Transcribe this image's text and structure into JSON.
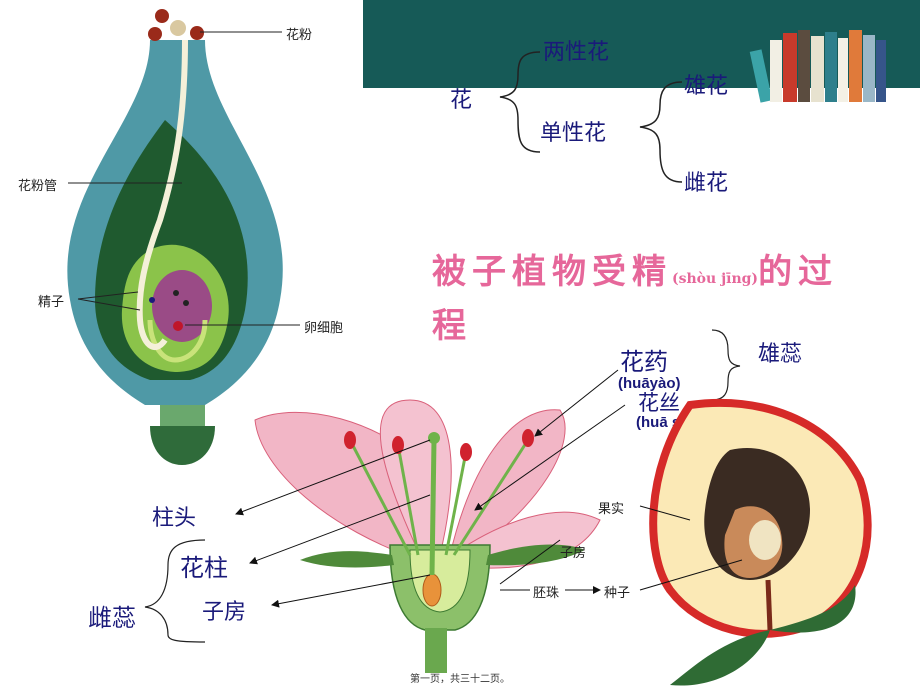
{
  "diagram_top": {
    "pollen": "花粉",
    "pollen_tube": "花粉管",
    "sperm": "精子",
    "egg_cell": "卵细胞"
  },
  "classification": {
    "flower": "花",
    "bisexual": "两性花",
    "unisexual": "单性花",
    "male": "雄花",
    "female": "雌花"
  },
  "title": {
    "main": "被子植物受精",
    "pinyin": "(shòu jīng)",
    "tail1": "的过",
    "tail2": "程"
  },
  "stamen": {
    "anther": "花药",
    "anther_pinyin": "(huāyào)",
    "filament": "花丝",
    "filament_pinyin": "(huā sī)",
    "stamen_label": "雄蕊"
  },
  "pistil": {
    "stigma": "柱头",
    "style": "花柱",
    "ovary": "子房",
    "pistil_label": "雌蕊"
  },
  "fruit_diagram": {
    "fruit": "果实",
    "ovary": "子房",
    "ovule": "胚珠",
    "seed": "种子"
  },
  "footer": {
    "page_text": "第一页，共三十二页。"
  }
}
